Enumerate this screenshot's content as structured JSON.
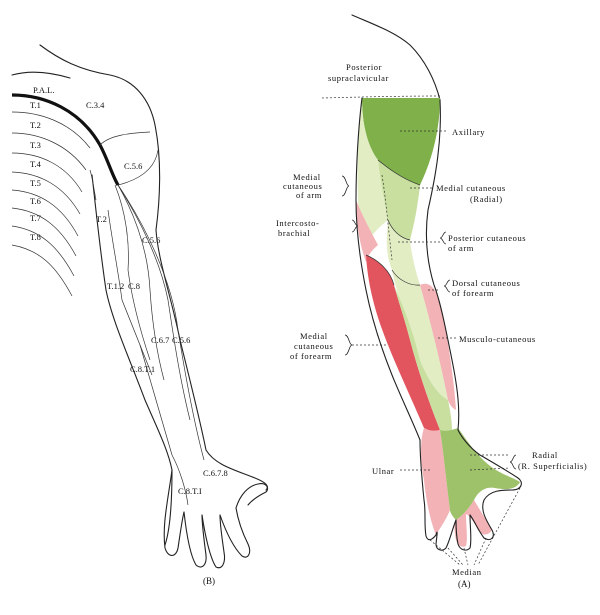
{
  "figure_b": {
    "caption": "(B)",
    "segments": {
      "pal": "P.A.L.",
      "t1": "T.1",
      "t2": "T.2",
      "t3": "T.3",
      "t4": "T.4",
      "t5": "T.5",
      "t6": "T.6",
      "t7": "T.7",
      "t8": "T.8",
      "c34": "C.3.4",
      "c56_upper": "C.5.6",
      "t2_arm": "T.2",
      "c56_mid": "C.5.6",
      "t12": "T.1.2",
      "c8_upper": "C.8",
      "c67": "C.6.7",
      "c56_fore": "C.5.6",
      "c8t1_fore": "C.8.T.1",
      "c678": "C.6.7.8",
      "c8t1_hand": "C.8.T.I"
    }
  },
  "figure_a": {
    "caption": "(A)",
    "labels": {
      "posterior_supraclavicular_1": "Posterior",
      "posterior_supraclavicular_2": "supraclavicular",
      "axillary": "Axillary",
      "medial_cutaneous_arm_1": "Medial",
      "medial_cutaneous_arm_2": "cutaneous",
      "medial_cutaneous_arm_3": "of arm",
      "medial_cutaneous_radial_1": "Medial cutaneous",
      "medial_cutaneous_radial_2": "(Radial)",
      "intercostobrachial_1": "Intercosto-",
      "intercostobrachial_2": "brachial",
      "posterior_cutaneous_arm_1": "Posterior cutaneous",
      "posterior_cutaneous_arm_2": "of arm",
      "dorsal_cutaneous_forearm_1": "Dorsal cutaneous",
      "dorsal_cutaneous_forearm_2": "of forearm",
      "medial_cutaneous_forearm_1": "Medial",
      "medial_cutaneous_forearm_2": "cutaneous",
      "medial_cutaneous_forearm_3": "of forearm",
      "musculocutaneous": "Musculo-cutaneous",
      "radial_1": "Radial",
      "radial_2": "(R. Superficialis)",
      "ulnar": "Ulnar",
      "median": "Median"
    },
    "colors": {
      "axillary_green": "#7fb04a",
      "posterior_arm_green": "#c9dfa0",
      "light_green": "#e2edc4",
      "medial_red": "#e2555f",
      "pink": "#f2b2b6"
    }
  }
}
